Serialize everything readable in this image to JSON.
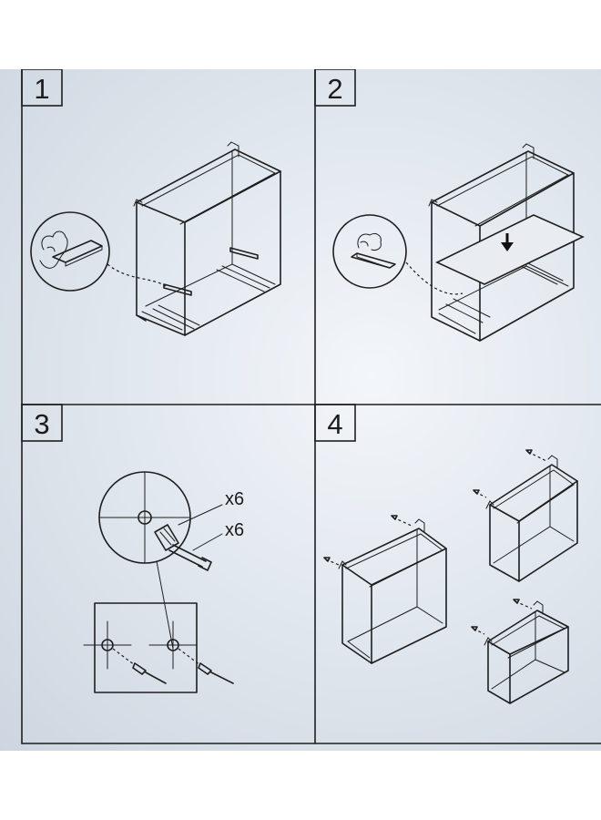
{
  "steps": [
    {
      "number": "1"
    },
    {
      "number": "2"
    },
    {
      "number": "3",
      "labels": [
        "x6",
        "x6"
      ]
    },
    {
      "number": "4"
    }
  ]
}
